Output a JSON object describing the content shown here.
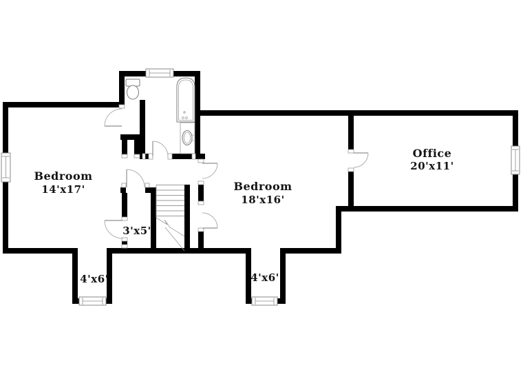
{
  "page": {
    "background": "#ffffff"
  },
  "colors": {
    "wall": "#000000",
    "fixture": "#7a7a7a",
    "arc": "#b0b0b0",
    "text": "#141414"
  },
  "floor_plan": {
    "rooms": {
      "bedroom_left": {
        "name": "Bedroom",
        "size": "14'x17'"
      },
      "bedroom_center": {
        "name": "Bedroom",
        "size": "18'x16'"
      },
      "office": {
        "name": "Office",
        "size": "20'x11'"
      },
      "closet": {
        "size": "3'x5'"
      },
      "window_bay_left": {
        "size": "4'x6'"
      },
      "window_bay_right": {
        "size": "4'x6'"
      }
    },
    "fixture_icons": [
      "toilet-icon",
      "bathtub-icon",
      "sink-icon",
      "staircase-icon"
    ],
    "window_count": 5,
    "door_count": 7
  }
}
